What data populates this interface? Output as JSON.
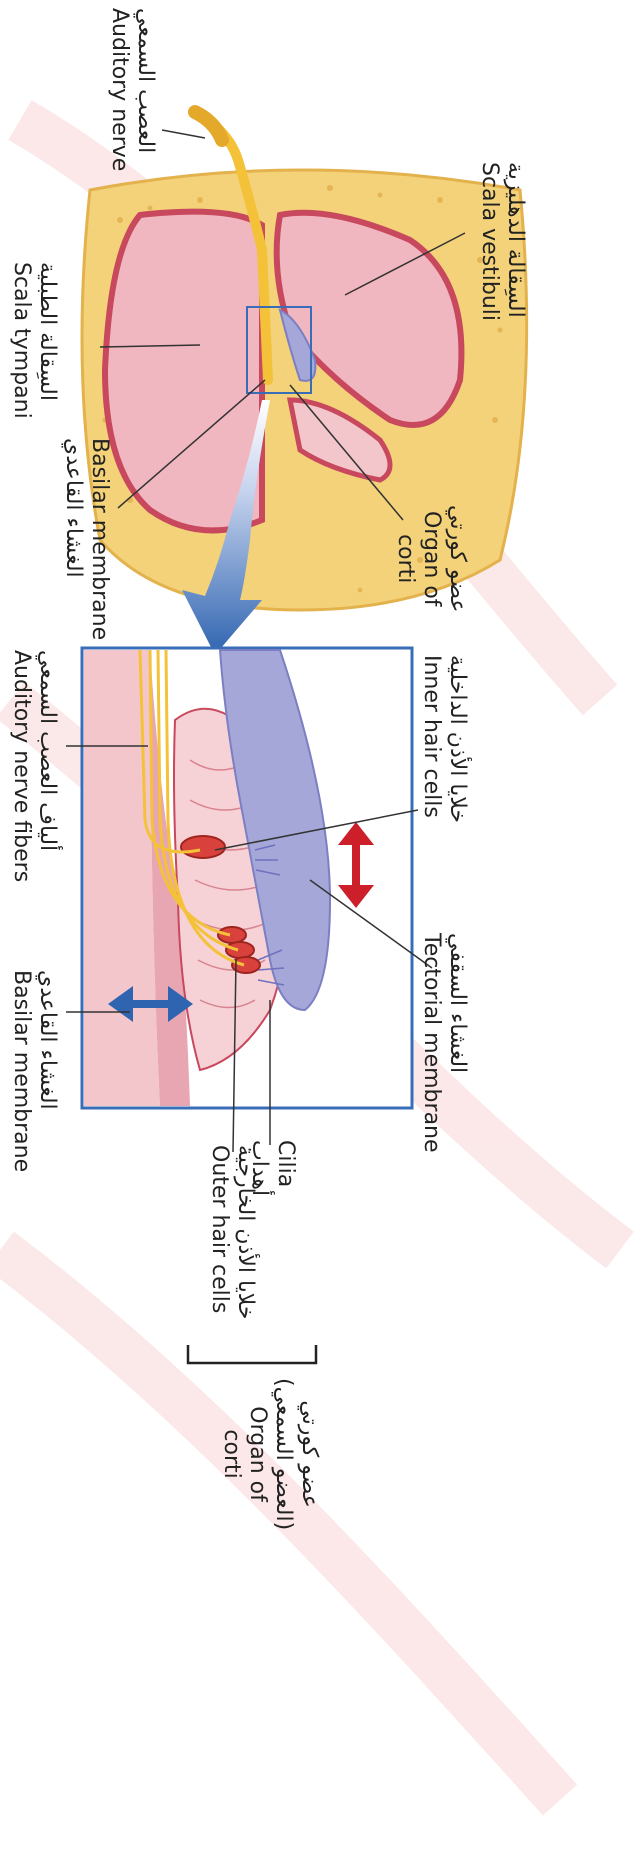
{
  "labels": {
    "auditory_nerve": {
      "ar": "العصب السمعي",
      "en": "Auditory nerve"
    },
    "scala_vestibuli": {
      "ar": "السِقالة الدهليزية",
      "en": "Scala vestibuli"
    },
    "scala_tympani": {
      "ar": "السِقالة الطبلية",
      "en": "Scala tympani"
    },
    "basilar_membrane_top": {
      "ar": "الغشاء القاعدي",
      "en": "Basilar membrane"
    },
    "organ_of_corti_top": {
      "ar": "عضو كورتي",
      "en1": "Organ of",
      "en2": "corti"
    },
    "inner_hair_cells": {
      "ar": "خلايا الأذن الداخلية",
      "en": "Inner hair cells"
    },
    "auditory_nerve_fibers": {
      "ar": "ألياف العصب السمعي",
      "en": "Auditory nerve fibers"
    },
    "tectorial_membrane": {
      "ar": "الغشاء السقفي",
      "en": "Tectorial membrane"
    },
    "basilar_membrane_bottom": {
      "ar": "الغشاء القاعدي",
      "en": "Basilar membrane"
    },
    "cilia": {
      "ar": "أهداب",
      "en": "Cilia"
    },
    "outer_hair_cells": {
      "ar": "خلايا الأذن الخارجية",
      "en": "Outer hair cells"
    },
    "organ_of_corti_bracket": {
      "ar1": "عضو كورتي",
      "ar2": "(العضو السمعي)",
      "en1": "Organ of",
      "en2": "corti"
    }
  },
  "colors": {
    "bone": "#f3d27a",
    "bone_dark": "#e3b24c",
    "chamber": "#f0b7c0",
    "chamber_rim": "#c8485e",
    "tissue": "#f3c6cb",
    "tectorial": "#a4a7d8",
    "nerve": "#f4c238",
    "frame": "#3a6db8",
    "arrow_blue": "#2f64b0",
    "arrow_red": "#cc1f2a",
    "watermark": "#fbe4e4"
  }
}
